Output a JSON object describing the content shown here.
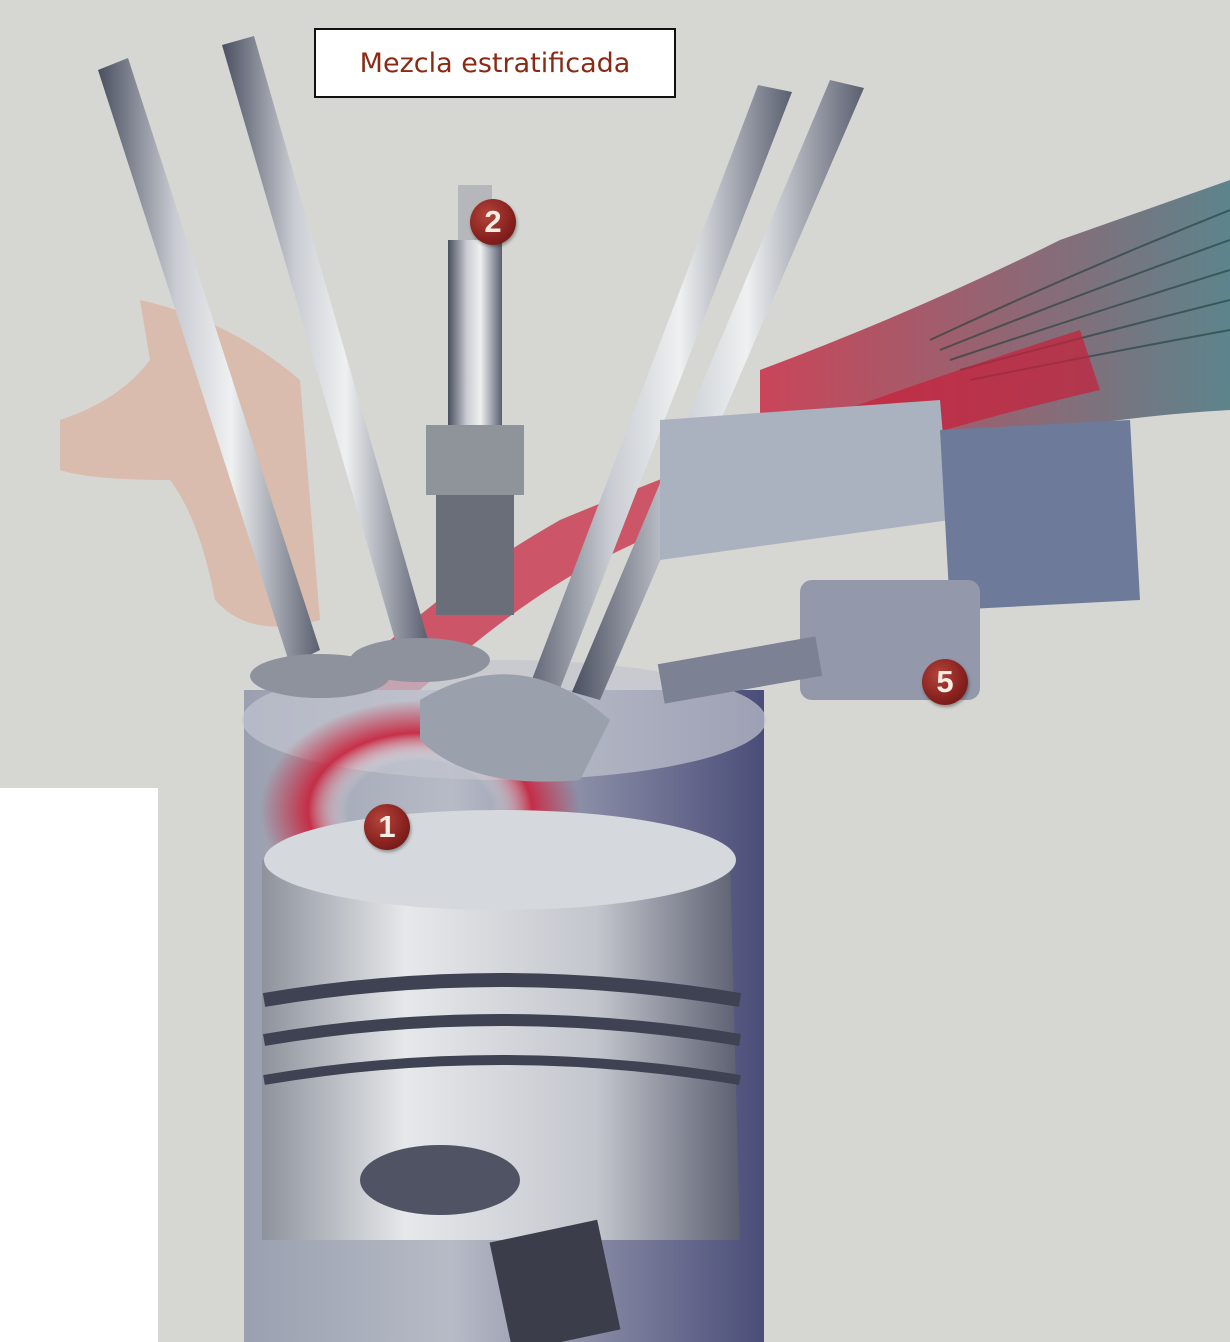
{
  "title": "Mezcla estratificada",
  "markers": [
    "1",
    "2",
    "5"
  ],
  "colors": {
    "background": "#d6d7d3",
    "mixture": "#c8203a",
    "marker": "#8a2320",
    "title_text": "#8a2a14",
    "metal": "#8c93a0"
  }
}
